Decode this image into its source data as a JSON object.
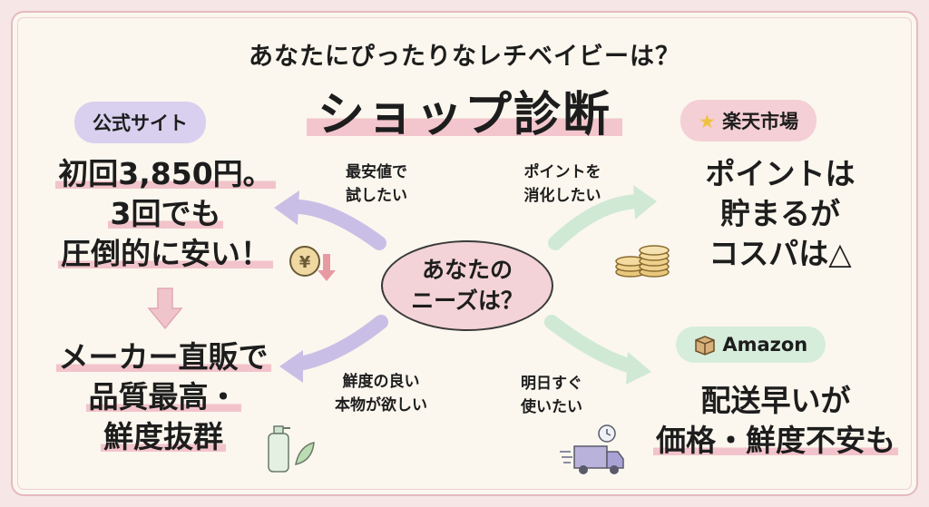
{
  "header": {
    "subtitle": "あなたにぴったりなレチベイビーは？",
    "title": "ショップ診断"
  },
  "center": {
    "line1": "あなたの",
    "line2": "ニーズは？"
  },
  "branches": {
    "official": {
      "badge": "公式サイト",
      "need_line1": "最安値で",
      "need_line2": "試したい",
      "main_line1": "初回3,850円。",
      "main_line2": "3回でも",
      "main_line3": "圧倒的に安い！",
      "icon": "yen-coin-down-icon"
    },
    "maker": {
      "need_line1": "鮮度の良い",
      "need_line2": "本物が欲しい",
      "main_line1": "メーカー直販で",
      "main_line2": "品質最高・",
      "main_line3": "鮮度抜群",
      "icon": "skincare-bottle-icon"
    },
    "rakuten": {
      "badge": "楽天市場",
      "badge_icon": "star-icon",
      "need_line1": "ポイントを",
      "need_line2": "消化したい",
      "main_line1": "ポイントは",
      "main_line2": "貯まるが",
      "main_line3": "コスパは△",
      "icon": "coin-stack-icon"
    },
    "amazon": {
      "badge": "Amazon",
      "badge_icon": "box-icon",
      "need_line1": "明日すぐ",
      "need_line2": "使いたい",
      "main_line1": "配送早いが",
      "main_line2": "価格・鮮度不安も",
      "icon": "delivery-truck-icon"
    }
  },
  "colors": {
    "purple_arrow": "#c9bfe6",
    "pink_arrow": "#f0c4cb",
    "green_arrow": "#cfe9d5",
    "highlight": "#f2c3ca",
    "background": "#fbf7ee"
  }
}
